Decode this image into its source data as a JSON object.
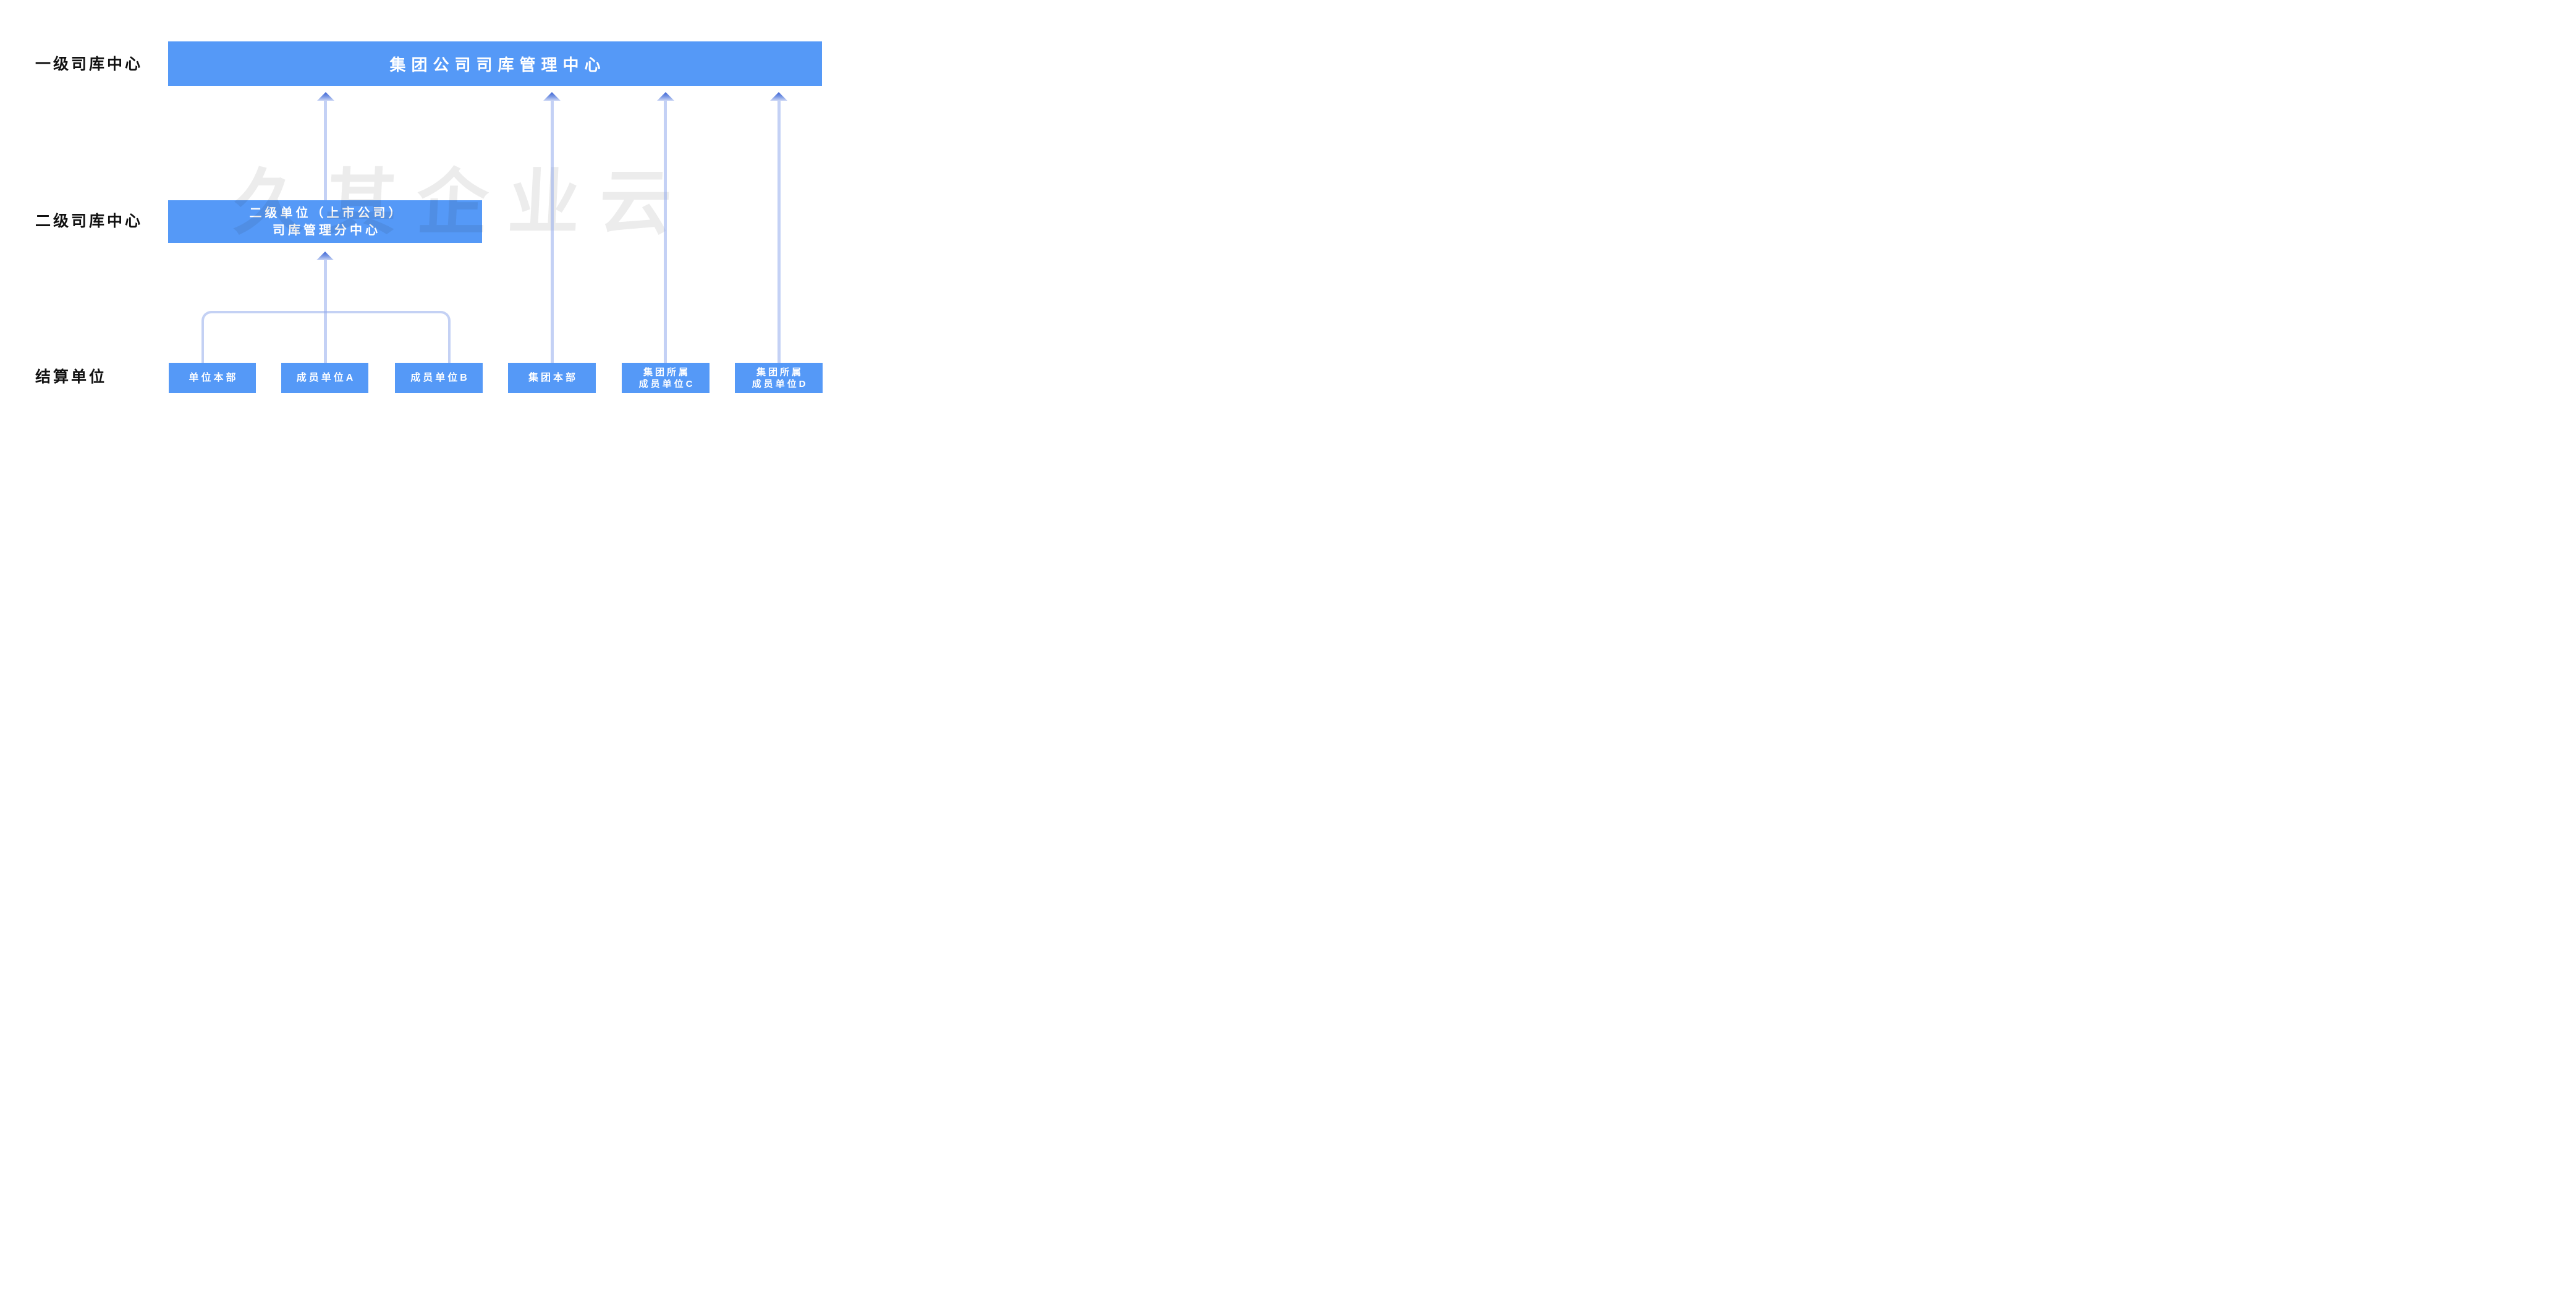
{
  "colors": {
    "node_blue": "#5599f7",
    "node_text": "#ffffff",
    "tier_label_text": "#111111",
    "arrow_shaft_light": "#c7d2f3",
    "arrowhead_dark": "#3a63d5",
    "watermark_gray": "#ebebeb",
    "background": "#ffffff"
  },
  "watermark": {
    "text": "久其企业云"
  },
  "tiers": [
    {
      "label": "一级司库中心"
    },
    {
      "label": "二级司库中心"
    },
    {
      "label": "结算单位"
    }
  ],
  "nodes": {
    "group_center": {
      "label": "集团公司司库管理中心"
    },
    "sub_center": {
      "lines": [
        "二级单位（上市公司）",
        "司库管理分中心"
      ]
    },
    "settlement_units": [
      {
        "lines": [
          "单位本部"
        ]
      },
      {
        "lines": [
          "成员单位A"
        ]
      },
      {
        "lines": [
          "成员单位B"
        ]
      },
      {
        "lines": [
          "集团本部"
        ]
      },
      {
        "lines": [
          "集团所属",
          "成员单位C"
        ]
      },
      {
        "lines": [
          "集团所属",
          "成员单位D"
        ]
      }
    ]
  },
  "edges": [
    {
      "from": "sub_center",
      "to": "group_center",
      "type": "arrow-up"
    },
    {
      "from": "集团本部",
      "to": "group_center",
      "type": "arrow-up"
    },
    {
      "from": "集团所属成员单位C",
      "to": "group_center",
      "type": "arrow-up"
    },
    {
      "from": "集团所属成员单位D",
      "to": "group_center",
      "type": "arrow-up"
    },
    {
      "from": "单位本部/成员单位A/成员单位B",
      "to": "sub_center",
      "type": "bracket-arrow-up"
    }
  ]
}
